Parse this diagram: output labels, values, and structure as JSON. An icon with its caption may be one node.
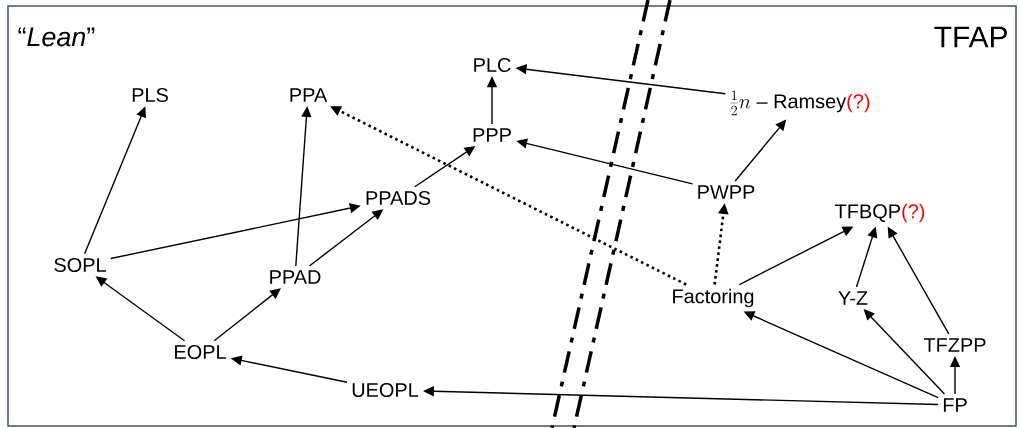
{
  "diagram": {
    "nodes": [
      {
        "text": [
          "PLS"
        ]
      },
      {
        "text": [
          "PPA"
        ]
      },
      {
        "text": [
          "PLC"
        ]
      },
      {
        "text": [
          "\\frac{1}{2}n",
          "– Ramsey",
          "(?)"
        ]
      },
      {
        "text": [
          "PPP"
        ]
      },
      {
        "text": [
          "PPADS"
        ]
      },
      {
        "text": [
          "PWPP"
        ]
      },
      {
        "text": [
          "TFBQP",
          "(?)"
        ]
      },
      {
        "text": [
          "SOPL"
        ]
      },
      {
        "text": [
          "PPAD"
        ]
      },
      {
        "text": [
          "Factoring"
        ]
      },
      {
        "text": [
          "Y-Z"
        ]
      },
      {
        "text": [
          "EOPL"
        ]
      },
      {
        "text": [
          "TFZPP"
        ]
      },
      {
        "text": [
          "UEOPL"
        ]
      },
      {
        "text": [
          "FP"
        ]
      }
    ],
    "edges": [
      {
        "from": 8,
        "to": 0,
        "arrow": "to"
      },
      {
        "from": 9,
        "to": 1,
        "arrow": "to"
      },
      {
        "from": 8,
        "to": 5,
        "arrow": "to"
      },
      {
        "from": 9,
        "to": 5,
        "arrow": "to"
      },
      {
        "from": 12,
        "to": 8,
        "arrow": "to"
      },
      {
        "from": 12,
        "to": 9,
        "arrow": "to"
      },
      {
        "from": 14,
        "to": 12,
        "arrow": "to"
      },
      {
        "from": 15,
        "to": 14,
        "arrow": "to"
      },
      {
        "from": 5,
        "to": 4,
        "arrow": "to"
      },
      {
        "from": 4,
        "to": 2,
        "arrow": "to"
      },
      {
        "from": 3,
        "to": 2,
        "arrow": "to"
      },
      {
        "from": 6,
        "to": 4,
        "arrow": "to"
      },
      {
        "from": 6,
        "to": 3,
        "arrow": "to"
      },
      {
        "from": 10,
        "to": 1,
        "arrow": "to",
        "style": "dashed"
      },
      {
        "from": 10,
        "to": 6,
        "arrow": "to",
        "style": "dashed"
      },
      {
        "from": 10,
        "to": 7,
        "arrow": "to"
      },
      {
        "from": 11,
        "to": 7,
        "arrow": "to"
      },
      {
        "from": 13,
        "to": 7,
        "arrow": "to"
      },
      {
        "from": 15,
        "to": 10,
        "arrow": "to"
      },
      {
        "from": 15,
        "to": 11,
        "arrow": "to"
      },
      {
        "from": 15,
        "to": 13,
        "arrow": "to"
      }
    ],
    "labels": [
      "“*Lean*”",
      "TFAP"
    ]
  }
}
